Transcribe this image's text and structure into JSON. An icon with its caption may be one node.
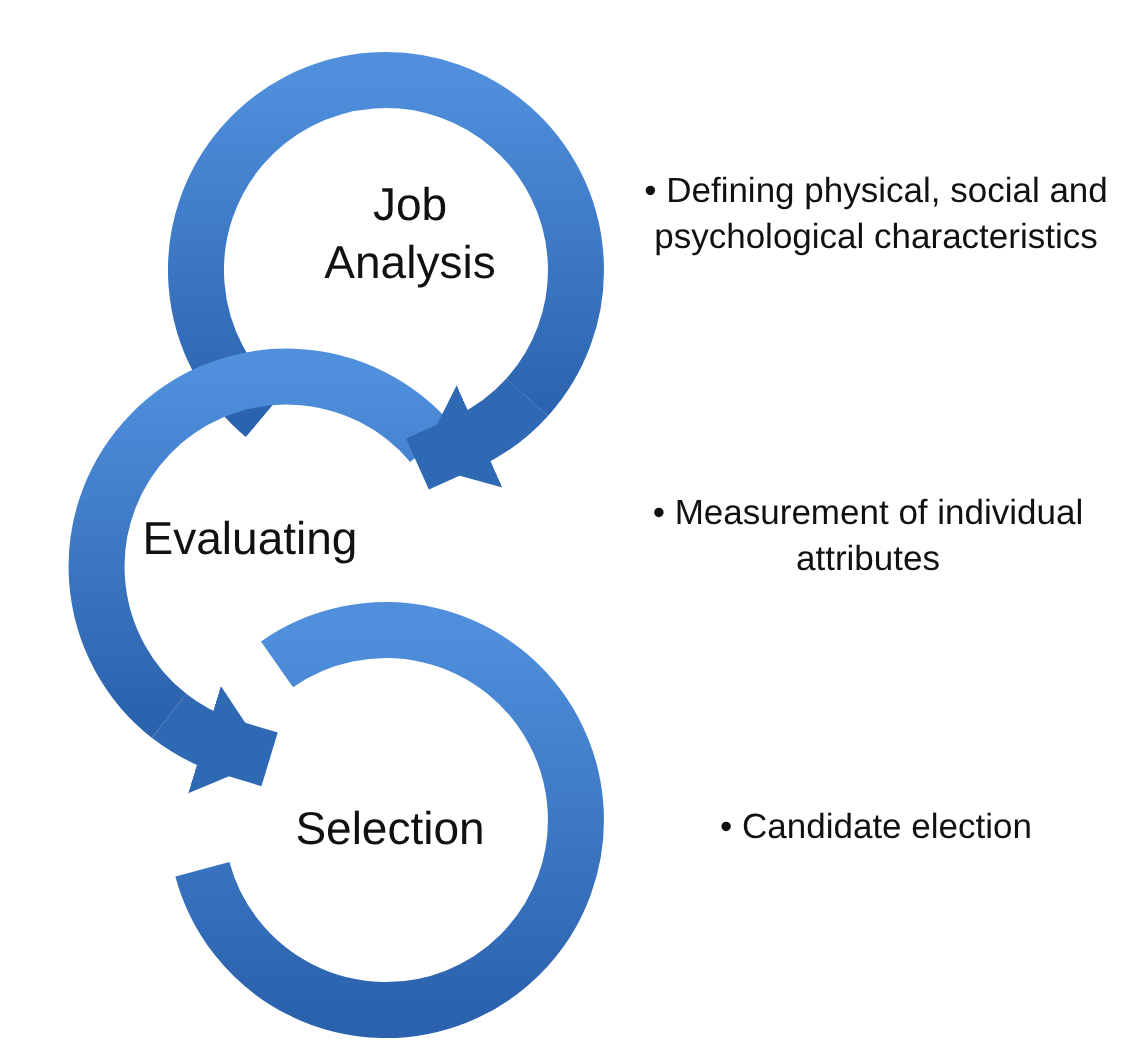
{
  "diagram": {
    "nodes": [
      {
        "text": [
          "Job Analysis"
        ]
      },
      {
        "text": [
          "Evaluating"
        ]
      },
      {
        "text": [
          "Selection"
        ]
      }
    ],
    "edges": [
      {
        "from": 0,
        "to": 1,
        "arrow": "to"
      },
      {
        "from": 1,
        "to": 2,
        "arrow": "to"
      }
    ],
    "labels": [
      "• Defining physical, social and psychological characteristics",
      "• Measurement of individual attributes",
      "• Candidate election"
    ]
  }
}
